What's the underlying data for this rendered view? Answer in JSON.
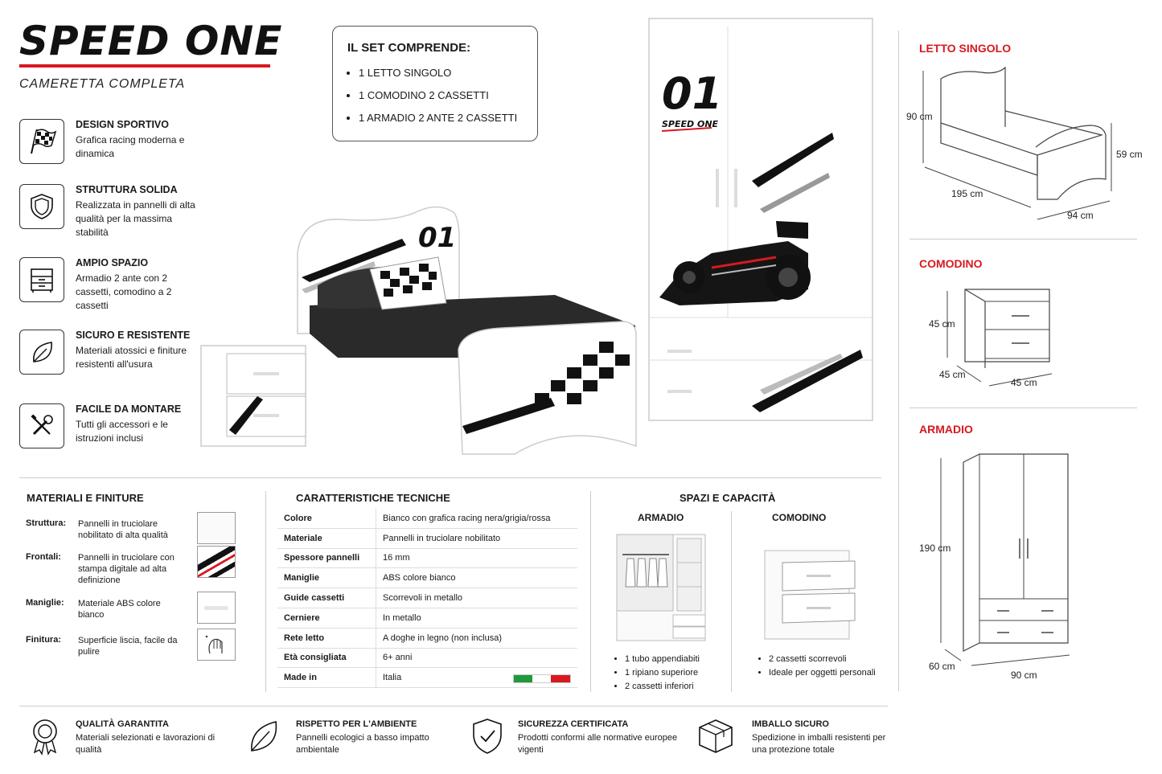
{
  "brand": {
    "name": "SPEED ONE",
    "subtitle": "CAMERETTA COMPLETA"
  },
  "features": [
    {
      "icon": "checkered-flag-icon",
      "title": "DESIGN SPORTIVO",
      "desc": "Grafica racing moderna e dinamica"
    },
    {
      "icon": "shield-icon",
      "title": "STRUTTURA SOLIDA",
      "desc": "Realizzata in pannelli di alta qualità per la massima stabilità"
    },
    {
      "icon": "drawers-icon",
      "title": "AMPIO SPAZIO",
      "desc": "Armadio 2 ante con 2 cassetti, comodino a 2 cassetti"
    },
    {
      "icon": "leaf-icon",
      "title": "SICURO E RESISTENTE",
      "desc": "Materiali atossici e finiture resistenti all'usura"
    },
    {
      "icon": "tools-icon",
      "title": "FACILE DA MONTARE",
      "desc": "Tutti gli accessori e le istruzioni inclusi"
    }
  ],
  "set": {
    "title": "IL SET COMPRENDE:",
    "items": [
      "1 LETTO SINGOLO",
      "1 COMODINO 2 CASSETTI",
      "1 ARMADIO 2 ANTE 2 CASSETTI"
    ]
  },
  "product": {
    "number": "01",
    "wardrobe_logo": "SPEED ONE"
  },
  "dimensions": {
    "bed": {
      "title": "LETTO SINGOLO",
      "height": "90 cm",
      "foot_height": "59 cm",
      "length": "195 cm",
      "width": "94 cm"
    },
    "nightstand": {
      "title": "COMODINO",
      "height": "45 cm",
      "depth": "45 cm",
      "width": "45 cm"
    },
    "wardrobe": {
      "title": "ARMADIO",
      "height": "190 cm",
      "depth": "60 cm",
      "width": "90 cm"
    }
  },
  "materials": {
    "title": "MATERIALI E FINITURE",
    "rows": [
      {
        "label": "Struttura:",
        "value": "Pannelli in truciolare nobilitato di alta qualità"
      },
      {
        "label": "Frontali:",
        "value": "Pannelli in truciolare con stampa digitale ad alta definizione"
      },
      {
        "label": "Maniglie:",
        "value": "Materiale ABS colore bianco"
      },
      {
        "label": "Finitura:",
        "value": "Superficie liscia, facile da pulire"
      }
    ]
  },
  "specs": {
    "title": "CARATTERISTICHE TECNICHE",
    "rows": [
      {
        "k": "Colore",
        "v": "Bianco con grafica racing nera/grigia/rossa"
      },
      {
        "k": "Materiale",
        "v": "Pannelli in truciolare nobilitato"
      },
      {
        "k": "Spessore pannelli",
        "v": "16 mm"
      },
      {
        "k": "Maniglie",
        "v": "ABS colore bianco"
      },
      {
        "k": "Guide cassetti",
        "v": "Scorrevoli in metallo"
      },
      {
        "k": "Cerniere",
        "v": "In metallo"
      },
      {
        "k": "Rete letto",
        "v": "A doghe in legno (non inclusa)"
      },
      {
        "k": "Età consigliata",
        "v": "6+ anni"
      },
      {
        "k": "Made in",
        "v": "Italia"
      }
    ]
  },
  "capacity": {
    "title": "SPAZI E CAPACITÀ",
    "wardrobe": {
      "title": "ARMADIO",
      "items": [
        "1 tubo appendiabiti",
        "1 ripiano superiore",
        "2 cassetti inferiori"
      ]
    },
    "nightstand": {
      "title": "COMODINO",
      "items": [
        "2 cassetti scorrevoli",
        "Ideale per oggetti personali"
      ]
    }
  },
  "bottom": [
    {
      "icon": "award-icon",
      "title": "QUALITÀ GARANTITA",
      "desc": "Materiali selezionati e lavorazioni di qualità"
    },
    {
      "icon": "leaf-icon",
      "title": "RISPETTO PER L'AMBIENTE",
      "desc": "Pannelli ecologici a basso impatto ambientale"
    },
    {
      "icon": "shield-check-icon",
      "title": "SICUREZZA CERTIFICATA",
      "desc": "Prodotti conformi alle normative europee vigenti"
    },
    {
      "icon": "package-icon",
      "title": "IMBALLO SICURO",
      "desc": "Spedizione in imballi resistenti per una protezione totale"
    }
  ],
  "colors": {
    "accent": "#d71920",
    "dark": "#111111",
    "flag_green": "#1e9a3c",
    "flag_red": "#d71920"
  }
}
